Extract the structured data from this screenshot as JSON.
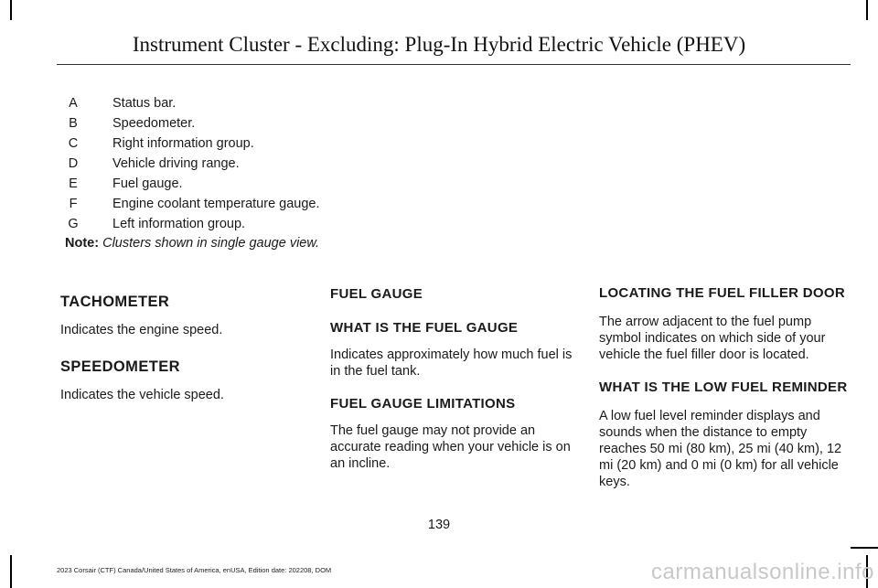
{
  "header": {
    "title": "Instrument Cluster - Excluding: Plug-In Hybrid Electric Vehicle (PHEV)"
  },
  "legend": [
    {
      "letter": "A",
      "text": "Status bar."
    },
    {
      "letter": "B",
      "text": "Speedometer."
    },
    {
      "letter": "C",
      "text": "Right information group."
    },
    {
      "letter": "D",
      "text": "Vehicle driving range."
    },
    {
      "letter": "E",
      "text": "Fuel gauge."
    },
    {
      "letter": "F",
      "text": "Engine coolant temperature gauge."
    },
    {
      "letter": "G",
      "text": "Left information group."
    }
  ],
  "note": {
    "label": "Note:",
    "text": "Clusters shown in single gauge view."
  },
  "col1": {
    "tachometer_heading": "TACHOMETER",
    "tachometer_text": "Indicates the engine speed.",
    "speedometer_heading": "SPEEDOMETER",
    "speedometer_text": "Indicates the vehicle speed."
  },
  "col2": {
    "fuel_gauge_heading": "FUEL GAUGE",
    "what_is_heading": "WHAT IS THE FUEL GAUGE",
    "what_is_text": "Indicates approximately how much fuel is in the fuel tank.",
    "limitations_heading": "FUEL GAUGE LIMITATIONS",
    "limitations_text": "The fuel gauge may not provide an accurate reading when your vehicle is on an incline."
  },
  "col3": {
    "locating_heading": "LOCATING THE FUEL FILLER DOOR",
    "locating_text": "The arrow adjacent to the fuel pump symbol indicates on which side of your vehicle the fuel filler door is located.",
    "low_fuel_heading": "WHAT IS THE LOW FUEL REMINDER",
    "low_fuel_text": "A low fuel level reminder displays and sounds when the distance to empty reaches 50 mi (80 km), 25 mi (40 km), 12 mi (20 km) and 0 mi (0 km) for all vehicle keys."
  },
  "page_number": "139",
  "footer": "2023 Corsair (CTF) Canada/United States of America, enUSA, Edition date: 202208, DOM",
  "watermark": "carmanualsonline.info"
}
